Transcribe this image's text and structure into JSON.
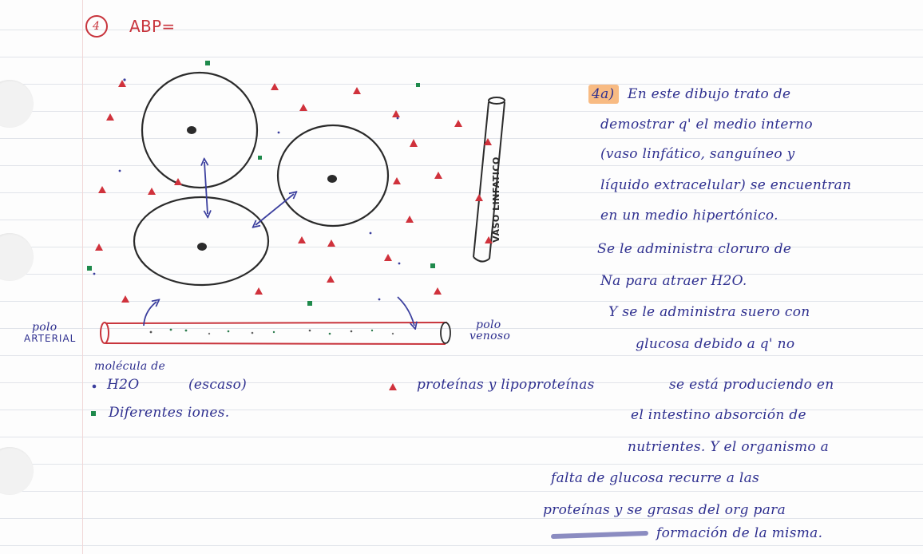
{
  "header": {
    "number": "4",
    "title": "ABP="
  },
  "diagram": {
    "vessel_label": "VASO LINFATICO",
    "polo_arterial": [
      "polo",
      "ARTERIAL"
    ],
    "polo_venoso": [
      "polo",
      "venoso"
    ],
    "legend": {
      "water_heading": "molécula de",
      "water_label": "H2O",
      "water_note": "(escaso)",
      "proteins_label": "proteínas y lipoproteínas",
      "ions_label": "Diferentes iones."
    },
    "colors": {
      "ink_black": "#2b2b2b",
      "ink_blue": "#3b3f9e",
      "protein_red": "#d0323c",
      "ion_green": "#1f8a4c",
      "vessel_red": "#c8343c"
    }
  },
  "answer": {
    "label": "4a)",
    "lines": [
      "En este dibujo trato de",
      "demostrar q' el medio interno",
      "(vaso linfático, sanguíneo y",
      "líquido extracelular) se encuentran",
      "en un medio hipertónico.",
      "Se le administra cloruro de",
      "Na para atraer H2O.",
      "Y se le administra suero con",
      "glucosa debido a q' no",
      "se está produciendo en",
      "el intestino absorción de",
      "nutrientes. Y el organismo a",
      "falta de glucosa recurre a las",
      "proteínas y se grasas del org para",
      "formación de la misma."
    ]
  }
}
